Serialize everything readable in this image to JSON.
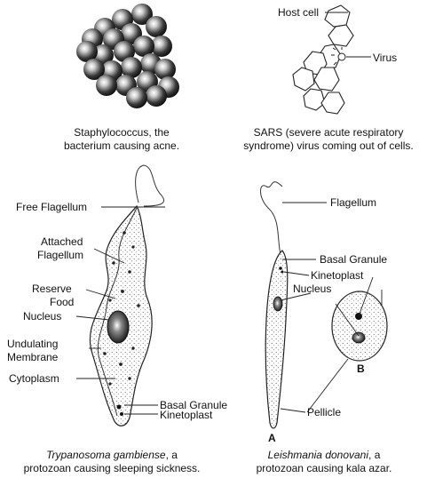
{
  "panels": {
    "staph": {
      "caption_line1": "Staphylococcus, the",
      "caption_line2": "bacterium causing acne."
    },
    "sars": {
      "label_host_cell": "Host cell",
      "label_virus": "Virus",
      "caption_line1": "SARS (severe acute respiratory",
      "caption_line2": "syndrome) virus coming out of cells."
    },
    "trypanosoma": {
      "labels": {
        "free_flagellum": "Free Flagellum",
        "attached_flagellum_1": "Attached",
        "attached_flagellum_2": "Flagellum",
        "reserve_food_1": "Reserve",
        "reserve_food_2": "Food",
        "nucleus": "Nucleus",
        "undulating_membrane_1": "Undulating",
        "undulating_membrane_2": "Membrane",
        "cytoplasm": "Cytoplasm",
        "basal_granule": "Basal Granule",
        "kinetoplast": "Kinetoplast"
      },
      "caption_species": "Trypanosoma gambiense",
      "caption_rest1": ", a",
      "caption_line2": "protozoan causing sleeping sickness."
    },
    "leishmania": {
      "labels": {
        "flagellum": "Flagellum",
        "basal_granule": "Basal Granule",
        "kinetoplast": "Kinetoplast",
        "nucleus": "Nucleus",
        "pellicle": "Pellicle",
        "form_a": "A",
        "form_b": "B"
      },
      "caption_species": "Leishmania donovani",
      "caption_rest1": ", a",
      "caption_line2": "protozoan causing kala azar."
    }
  }
}
